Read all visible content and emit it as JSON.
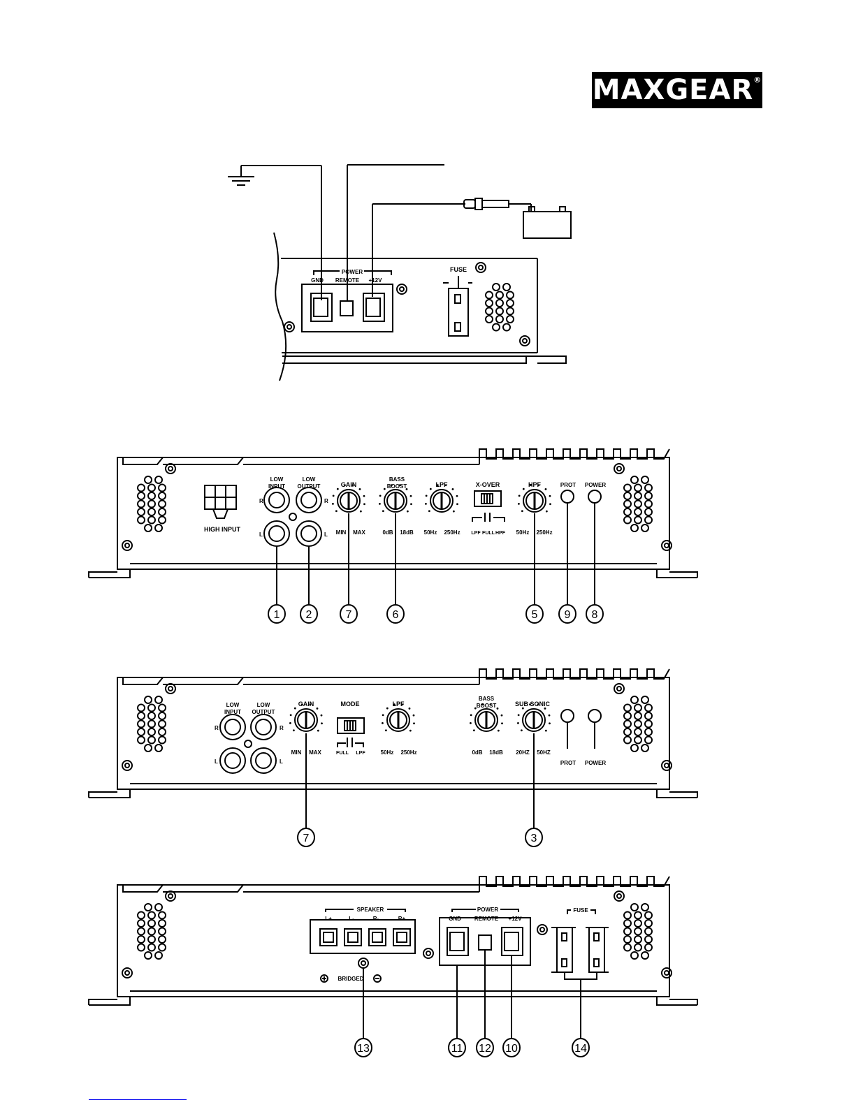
{
  "brand": {
    "name": "MAXGEAR",
    "mark": "®"
  },
  "wiring": {
    "power_group": "POWER",
    "terminals": [
      "GND",
      "REMOTE",
      "+12V"
    ],
    "fuse": "FUSE"
  },
  "panel1": {
    "high_input": "HIGH INPUT",
    "low_input": [
      "LOW",
      "INPUT"
    ],
    "low_output": [
      "LOW",
      "OUTPUT"
    ],
    "ch_r": "R",
    "ch_l": "L",
    "gain": "GAIN",
    "gain_range": [
      "MIN",
      "MAX"
    ],
    "bass_boost": [
      "BASS",
      "BOOST"
    ],
    "bass_range": [
      "0dB",
      "18dB"
    ],
    "lpf": "LPF",
    "lpf_range": [
      "50Hz",
      "250Hz"
    ],
    "xover": "X-OVER",
    "xover_positions": [
      "LPF",
      "FULL",
      "HPF"
    ],
    "hpf": "HPF",
    "hpf_range": [
      "50Hz",
      "250Hz"
    ],
    "prot": "PROT",
    "power": "POWER",
    "callouts": [
      "1",
      "2",
      "7",
      "6",
      "5",
      "9",
      "8"
    ]
  },
  "panel2": {
    "low_input": [
      "LOW",
      "INPUT"
    ],
    "low_output": [
      "LOW",
      "OUTPUT"
    ],
    "ch_r": "R",
    "ch_l": "L",
    "gain": "GAIN",
    "gain_range": [
      "MIN",
      "MAX"
    ],
    "mode": "MODE",
    "mode_positions": [
      "FULL",
      "LPF"
    ],
    "lpf": "LPF",
    "lpf_range": [
      "50Hz",
      "250Hz"
    ],
    "bass_boost": [
      "BASS",
      "BOOST"
    ],
    "bass_range": [
      "0dB",
      "18dB"
    ],
    "subsonic": "SUB SONIC",
    "subsonic_range": [
      "20HZ",
      "50HZ"
    ],
    "prot": "PROT",
    "power": "POWER",
    "callouts": [
      "7",
      "3"
    ]
  },
  "panel3": {
    "speaker": "SPEAKER",
    "speaker_terminals": [
      "L+",
      "L-",
      "R-",
      "R+"
    ],
    "bridged": "BRIDGED",
    "power_group": "POWER",
    "terminals": [
      "GND",
      "REMOTE",
      "+12V"
    ],
    "fuse": "FUSE",
    "callouts": [
      "13",
      "11",
      "12",
      "10",
      "14"
    ]
  }
}
